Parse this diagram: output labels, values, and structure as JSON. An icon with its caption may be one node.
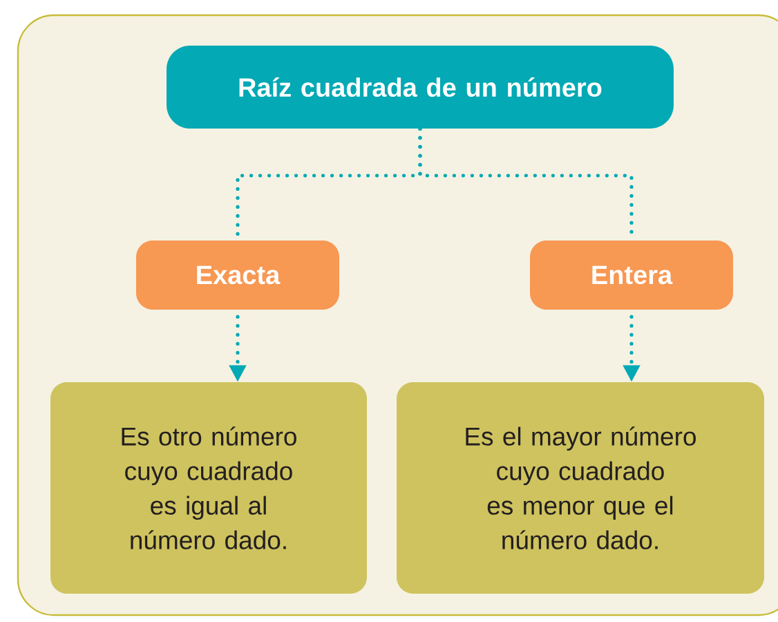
{
  "diagram": {
    "nodes": [
      {
        "text": [
          "Raíz cuadrada de un número"
        ]
      },
      {
        "text": [
          "Exacta"
        ]
      },
      {
        "text": [
          "Entera"
        ]
      },
      {
        "text": [
          "Es otro número cuyo cuadrado es igual al número dado."
        ]
      },
      {
        "text": [
          "Es el mayor número cuyo cuadrado es menor que el número dado."
        ]
      }
    ],
    "edges": [
      {
        "from": 0,
        "to": 1,
        "arrow": "none"
      },
      {
        "from": 0,
        "to": 2,
        "arrow": "none"
      },
      {
        "from": 1,
        "to": 3,
        "arrow": "to"
      },
      {
        "from": 2,
        "to": 4,
        "arrow": "to"
      }
    ]
  }
}
